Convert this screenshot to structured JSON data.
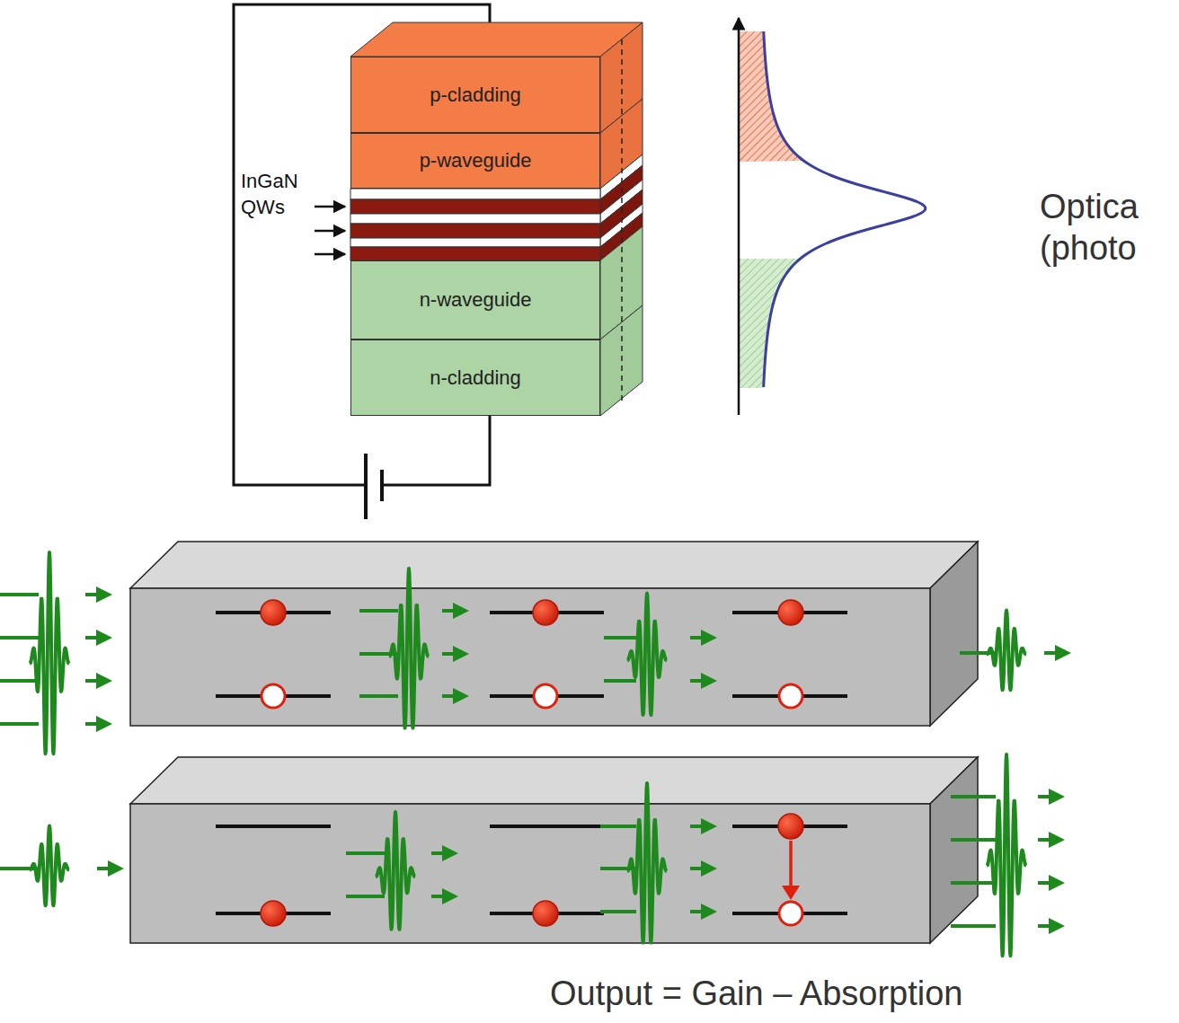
{
  "diagram": {
    "nodes": [
      {
        "text": [
          "p-cladding"
        ]
      },
      {
        "text": [
          "p-waveguide"
        ]
      },
      {
        "text": [
          "n-waveguide"
        ]
      },
      {
        "text": [
          "n-cladding"
        ]
      }
    ],
    "labels": [
      "InGaN QWs",
      "Optica (photo",
      "Output = Gain – Absorption"
    ]
  }
}
